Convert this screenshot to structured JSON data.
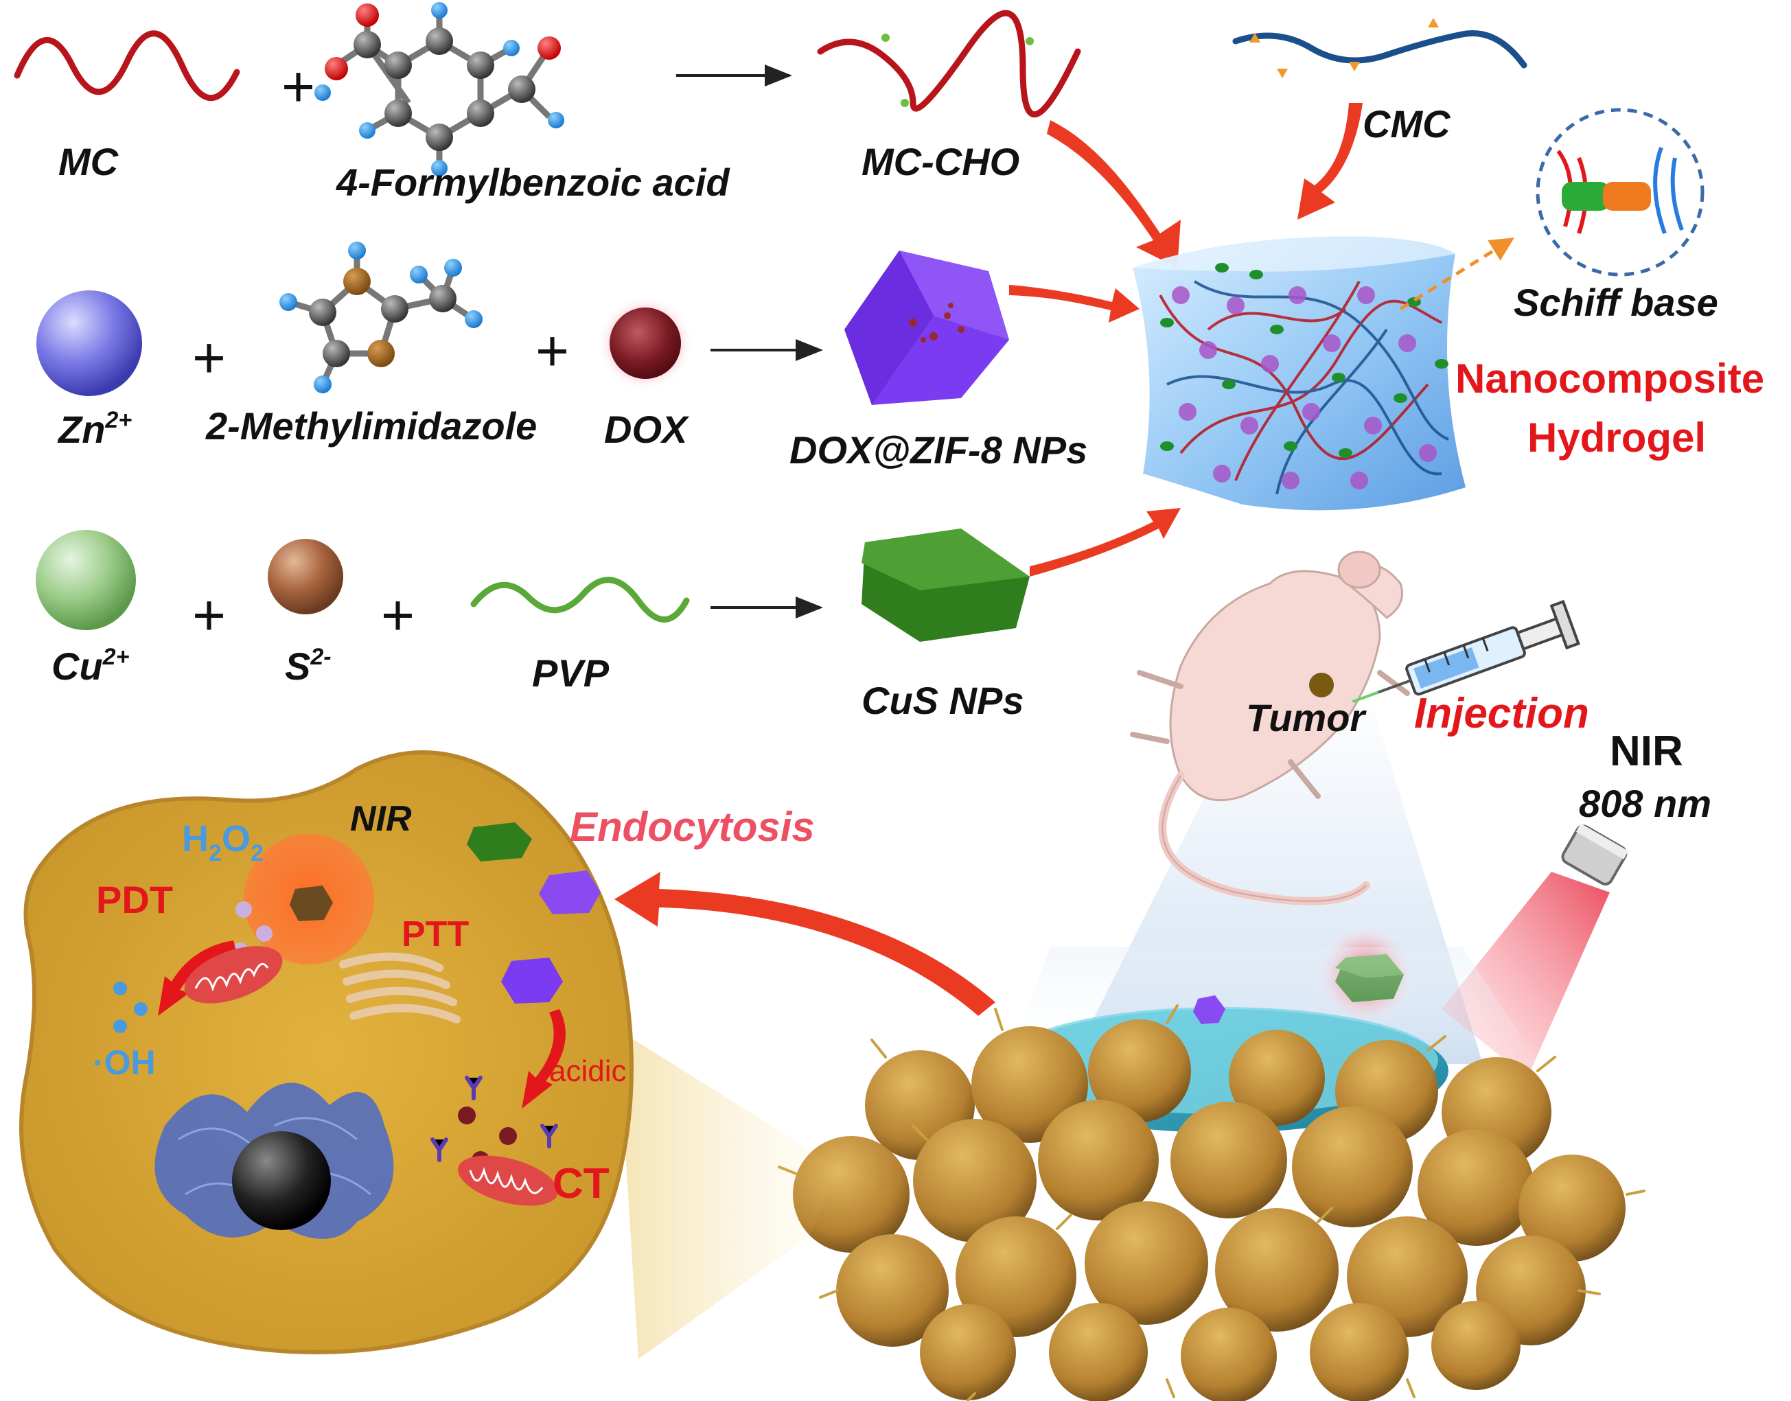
{
  "reactions": {
    "row1": {
      "reactant1": "MC",
      "reactant2": "4-Formylbenzoic acid",
      "product": "MC-CHO"
    },
    "row2": {
      "reactant1_base": "Zn",
      "reactant1_sup": "2+",
      "reactant2": "2-Methylimidazole",
      "reactant3": "DOX",
      "product": "DOX@ZIF-8 NPs"
    },
    "row3": {
      "reactant1_base": "Cu",
      "reactant1_sup": "2+",
      "reactant2_base": "S",
      "reactant2_sup": "2-",
      "reactant3": "PVP",
      "product": "CuS NPs"
    },
    "plus_sign": "+"
  },
  "hydrogel": {
    "cmc": "CMC",
    "schiff_base": "Schiff base",
    "title_line1": "Nanocomposite",
    "title_line2": "Hydrogel"
  },
  "mouse": {
    "tumor": "Tumor",
    "injection": "Injection"
  },
  "nir": {
    "label": "NIR",
    "wavelength": "808 nm"
  },
  "cell": {
    "h2o2_base": "H",
    "h2o2_sub1": "2",
    "h2o2_mid": "O",
    "h2o2_sub2": "2",
    "nir": "NIR",
    "pdt": "PDT",
    "ptt": "PTT",
    "oh": "·OH",
    "acidic": "acidic",
    "ct": "CT",
    "endocytosis": "Endocytosis"
  },
  "colors": {
    "accent_red": "#e3171b",
    "endocytosis_pink": "#ef4f63",
    "mc_red": "#b8141c",
    "cmc_blue": "#1b4f8c",
    "zif_purple": "#7b3bf0",
    "cus_green": "#2f7d1c",
    "cell_gold": "#d6a43a",
    "h2o2_blue": "#4a9ae0"
  }
}
